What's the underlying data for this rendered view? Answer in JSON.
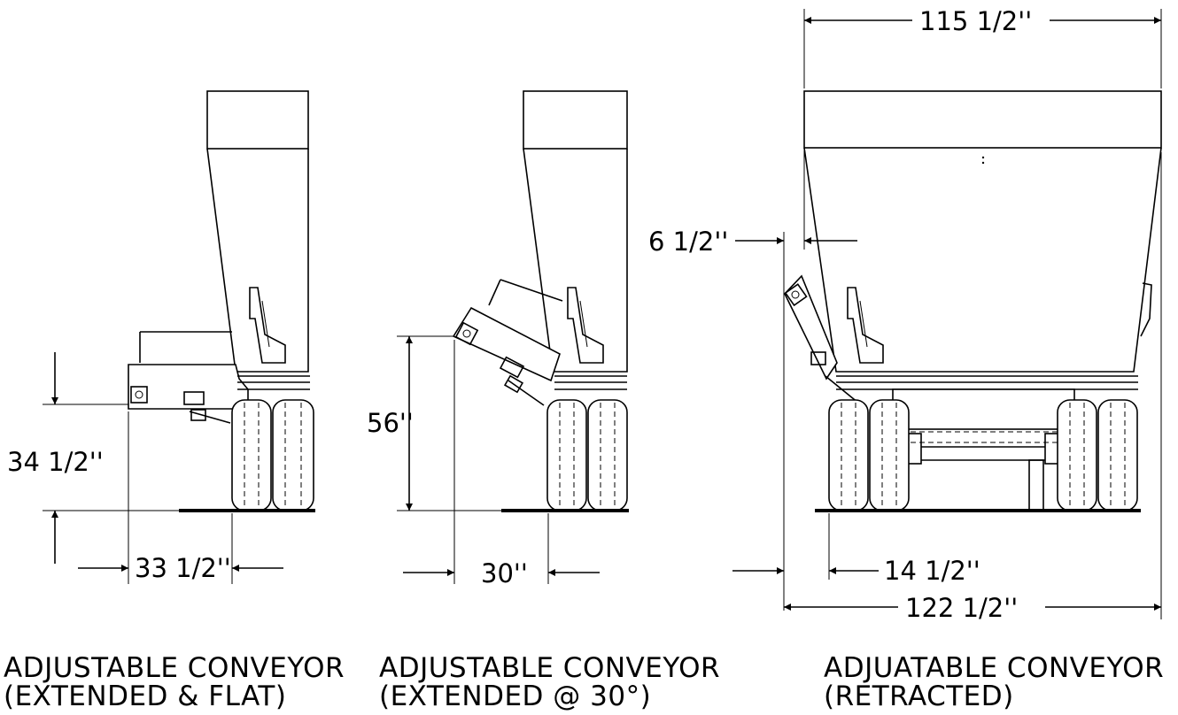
{
  "views": [
    {
      "id": "extended-flat",
      "caption_line1": "ADJUSTABLE CONVEYOR",
      "caption_line2": "(EXTENDED & FLAT)",
      "height_dim": "34 1/2''",
      "offset_dim": "33 1/2''"
    },
    {
      "id": "extended-30",
      "caption_line1": "ADJUSTABLE CONVEYOR",
      "caption_line2": "(EXTENDED @ 30°)",
      "height_dim": "56''",
      "offset_dim": "30''"
    },
    {
      "id": "retracted",
      "caption_line1": "ADJUATABLE CONVEYOR",
      "caption_line2": "(RETRACTED)",
      "top_width_dim": "115 1/2''",
      "side_offset_dim": "6 1/2''",
      "inner_dim": "14 1/2''",
      "overall_width_dim": "122 1/2''"
    }
  ]
}
